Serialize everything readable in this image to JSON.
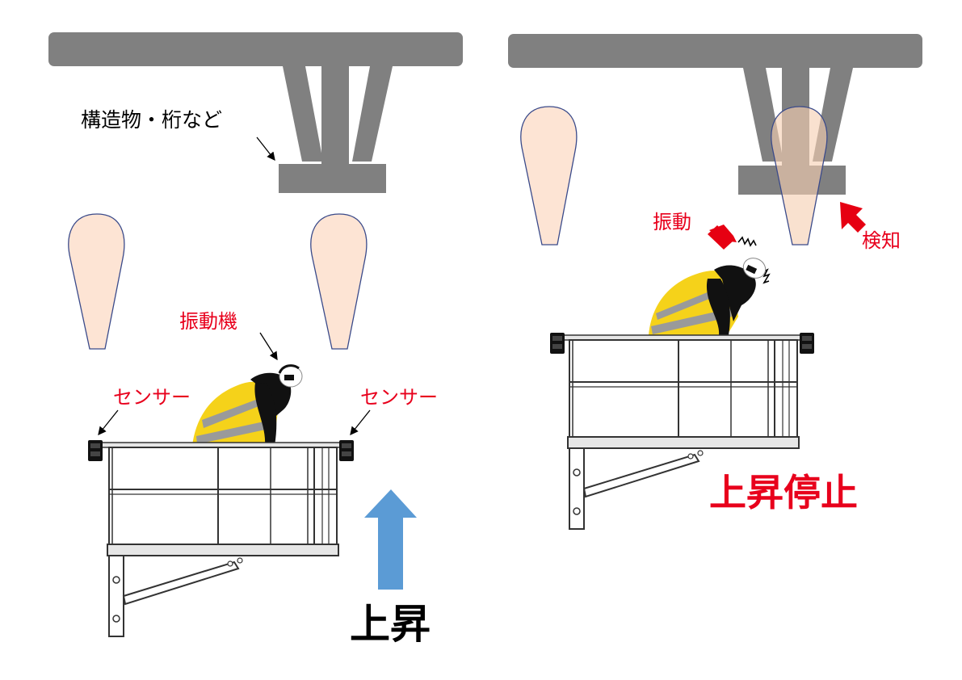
{
  "left_panel": {
    "structure_label": "構造物・桁など",
    "vibrator_label": "振動機",
    "sensor_left_label": "センサー",
    "sensor_right_label": "センサー",
    "action_label": "上昇"
  },
  "right_panel": {
    "vibration_label": "振動",
    "detect_label": "検知",
    "stop_label": "上昇停止"
  },
  "colors": {
    "girder": "#808080",
    "sensor_zone_fill": "#fde4d4",
    "sensor_zone_stroke": "#3a4a8a",
    "red_text": "#e8001c",
    "red_arrow": "#e60012",
    "up_arrow": "#5b9bd5",
    "vest": "#f5d21a",
    "vest_stripe": "#9a9a9a",
    "basket": "#3a3a3a"
  }
}
